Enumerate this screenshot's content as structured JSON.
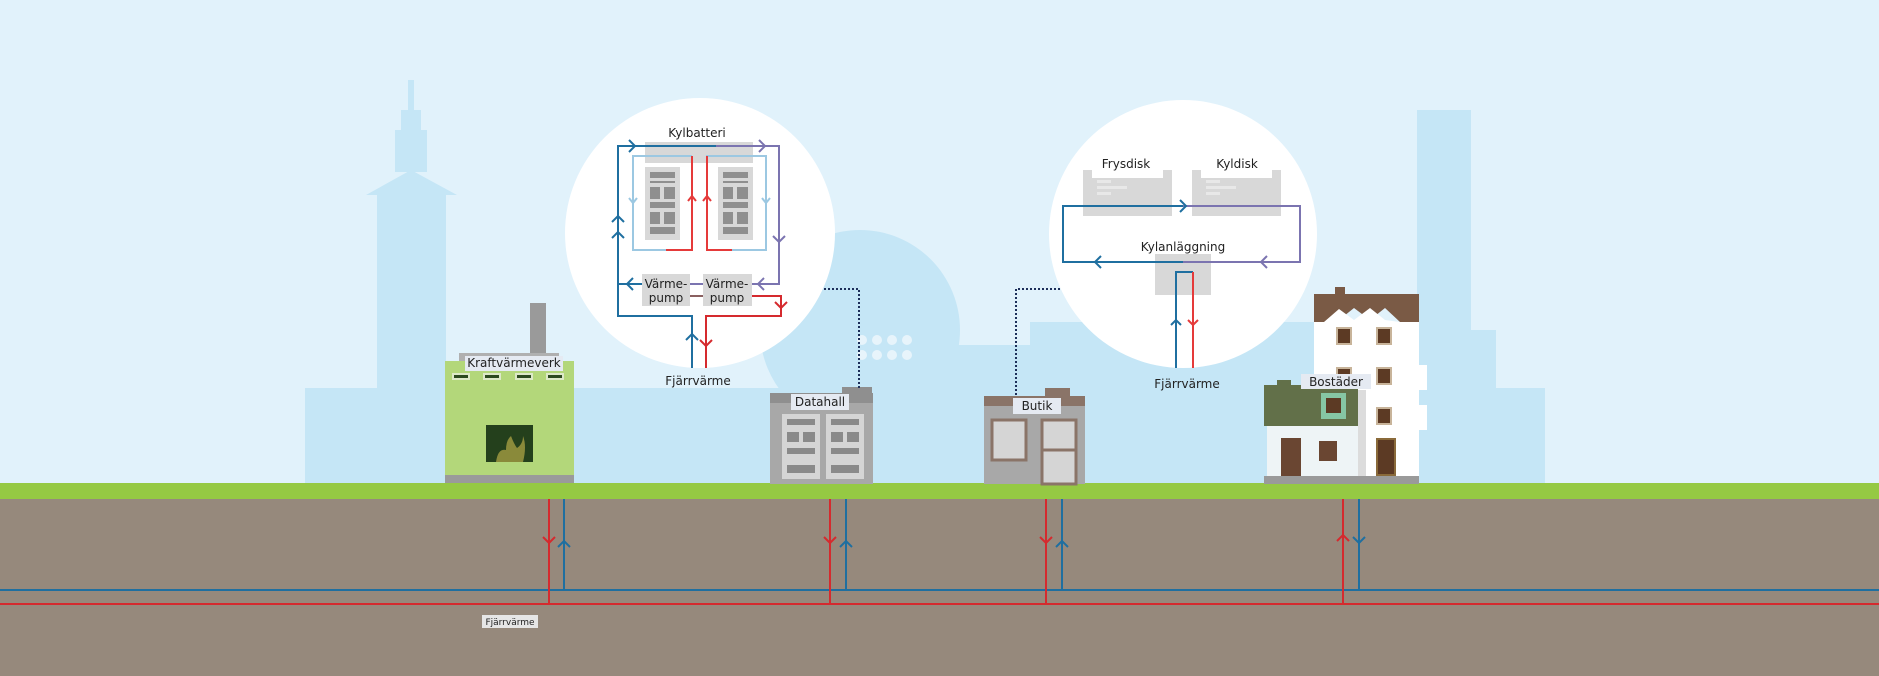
{
  "colors": {
    "sky": "#e1f2fb",
    "skyline": "#c5e6f6",
    "grass": "#95c943",
    "soil": "#96897c",
    "supply_red": "#d52a2e",
    "return_blue": "#1f6fa0",
    "purple": "#7b74b0",
    "light_blue": "#9cc8e2",
    "plant_green": "#b3d77a"
  },
  "buildings": {
    "plant": "Kraftvärmeverk",
    "datacenter": "Datahall",
    "shop": "Butik",
    "housing": "Bostäder"
  },
  "datacenter_detail": {
    "cooling_battery": "Kylbatteri",
    "heat_pump_1": "Värme-",
    "heat_pump_1b": "pump",
    "heat_pump_2": "Värme-",
    "heat_pump_2b": "pump",
    "district_heating": "Fjärrvärme"
  },
  "shop_detail": {
    "freezer": "Frysdisk",
    "cooler": "Kyldisk",
    "refrigeration_plant": "Kylanläggning",
    "district_heating": "Fjärrvärme"
  },
  "network_label": "Fjärrvärme"
}
